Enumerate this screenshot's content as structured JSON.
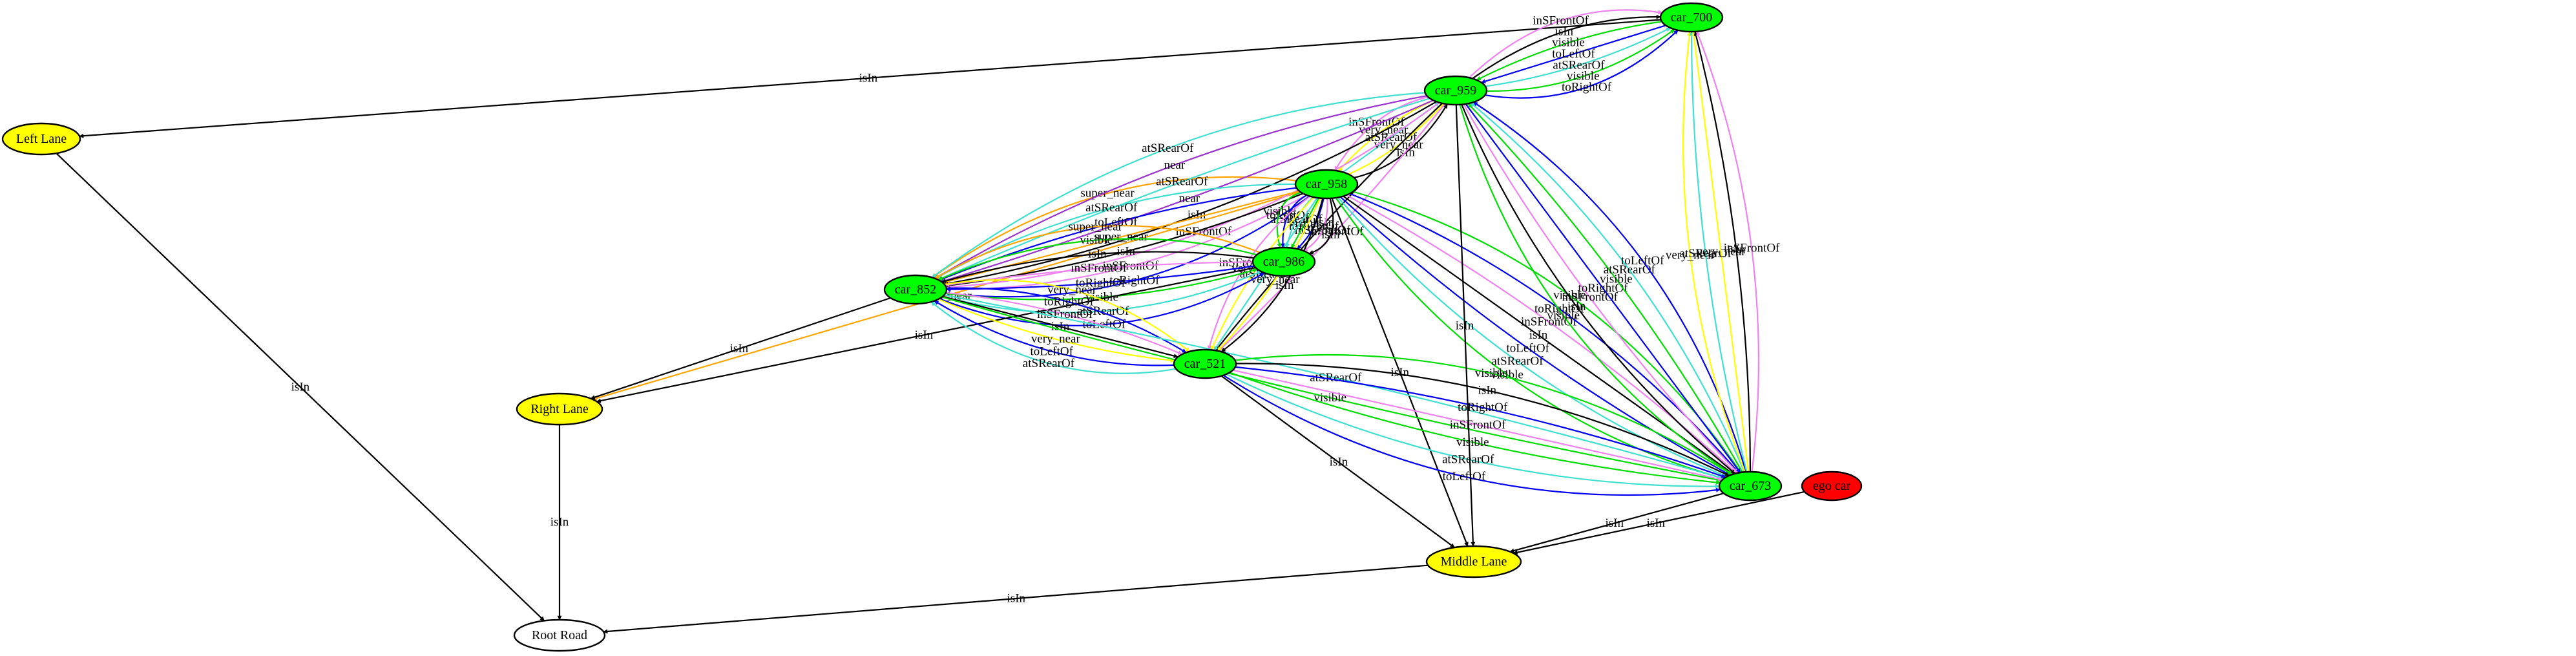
{
  "graph": {
    "relation_colors": {
      "isIn": "#000000",
      "visible": "#00dd00",
      "atSRearOf": "#40e0d0",
      "toLeftOf": "#0000ee",
      "toRightOf": "#0000ee",
      "inSFrontOf": "#ee82ee",
      "very_near": "#ffff00",
      "near": "#9a32cd",
      "super_near": "#ffa500"
    },
    "nodes": [
      {
        "id": "car_700",
        "label": "car_700",
        "fill": "#00ff00"
      },
      {
        "id": "car_959",
        "label": "car_959",
        "fill": "#00ff00"
      },
      {
        "id": "car_958",
        "label": "car_958",
        "fill": "#00ff00"
      },
      {
        "id": "car_986",
        "label": "car_986",
        "fill": "#00ff00"
      },
      {
        "id": "car_852",
        "label": "car_852",
        "fill": "#00ff00"
      },
      {
        "id": "car_521",
        "label": "car_521",
        "fill": "#00ff00"
      },
      {
        "id": "car_673",
        "label": "car_673",
        "fill": "#00ff00"
      },
      {
        "id": "ego_car",
        "label": "ego car",
        "fill": "#ff0000"
      },
      {
        "id": "left_lane",
        "label": "Left Lane",
        "fill": "#ffff00"
      },
      {
        "id": "right_lane",
        "label": "Right Lane",
        "fill": "#ffff00"
      },
      {
        "id": "middle_lane",
        "label": "Middle Lane",
        "fill": "#ffff00"
      },
      {
        "id": "root_road",
        "label": "Root Road",
        "fill": "#ffffff"
      }
    ],
    "edges": [
      {
        "source": "car_700",
        "target": "left_lane",
        "label": "isIn"
      },
      {
        "source": "car_959",
        "target": "car_700",
        "label": "toRightOf"
      },
      {
        "source": "car_959",
        "target": "car_700",
        "label": "visible"
      },
      {
        "source": "car_959",
        "target": "car_700",
        "label": "atSRearOf"
      },
      {
        "source": "car_700",
        "target": "car_959",
        "label": "toLeftOf"
      },
      {
        "source": "car_700",
        "target": "car_959",
        "label": "visible"
      },
      {
        "source": "car_959",
        "target": "car_700",
        "label": "isIn"
      },
      {
        "source": "car_959",
        "target": "car_700",
        "label": "inSFrontOf"
      },
      {
        "source": "car_959",
        "target": "car_958",
        "label": "inSFrontOf"
      },
      {
        "source": "car_959",
        "target": "car_958",
        "label": "very_near"
      },
      {
        "source": "car_958",
        "target": "car_959",
        "label": "atSRearOf"
      },
      {
        "source": "car_958",
        "target": "car_959",
        "label": "very_near"
      },
      {
        "source": "car_958",
        "target": "car_959",
        "label": "isIn"
      },
      {
        "source": "left_lane",
        "target": "root_road",
        "label": "isIn"
      },
      {
        "source": "car_958",
        "target": "car_852",
        "label": "super_near"
      },
      {
        "source": "car_959",
        "target": "car_852",
        "label": "atSRearOf"
      },
      {
        "source": "car_958",
        "target": "right_lane",
        "label": "super_near"
      },
      {
        "source": "car_959",
        "target": "car_852",
        "label": "near"
      },
      {
        "source": "car_959",
        "target": "car_852",
        "label": "atSRearOf"
      },
      {
        "source": "car_959",
        "target": "car_852",
        "label": "near"
      },
      {
        "source": "car_959",
        "target": "car_852",
        "label": "isIn"
      },
      {
        "source": "car_959",
        "target": "car_852",
        "label": "inSFrontOf"
      },
      {
        "source": "car_959",
        "target": "car_521",
        "label": "isIn"
      },
      {
        "source": "car_959",
        "target": "car_521",
        "label": "inSFrontOf"
      },
      {
        "source": "car_958",
        "target": "car_673",
        "label": "visible"
      },
      {
        "source": "car_958",
        "target": "car_673",
        "label": "atSRearOf"
      },
      {
        "source": "car_958",
        "target": "middle_lane",
        "label": "isIn"
      },
      {
        "source": "car_958",
        "target": "car_852",
        "label": "atSRearOf"
      },
      {
        "source": "car_958",
        "target": "car_852",
        "label": "toLeftOf"
      },
      {
        "source": "car_958",
        "target": "car_852",
        "label": "super_near"
      },
      {
        "source": "car_958",
        "target": "car_852",
        "label": "isIn"
      },
      {
        "source": "car_958",
        "target": "car_852",
        "label": "inSFrontOf"
      },
      {
        "source": "car_958",
        "target": "car_852",
        "label": "toRightOf"
      },
      {
        "source": "car_958",
        "target": "car_986",
        "label": "isIn"
      },
      {
        "source": "car_958",
        "target": "car_986",
        "label": "inSFrontOf"
      },
      {
        "source": "car_958",
        "target": "car_986",
        "label": "toRightOf"
      },
      {
        "source": "car_958",
        "target": "car_986",
        "label": "visible"
      },
      {
        "source": "car_958",
        "target": "car_986",
        "label": "atSRearOf"
      },
      {
        "source": "car_958",
        "target": "car_986",
        "label": "toLeftOf"
      },
      {
        "source": "car_958",
        "target": "car_986",
        "label": "visible"
      },
      {
        "source": "car_986",
        "target": "car_852",
        "label": "super_near"
      },
      {
        "source": "car_958",
        "target": "car_521",
        "label": "inSFrontOf"
      },
      {
        "source": "car_958",
        "target": "car_521",
        "label": "very_near"
      },
      {
        "source": "car_958",
        "target": "car_521",
        "label": "atSRearOf"
      },
      {
        "source": "car_958",
        "target": "car_521",
        "label": "very_near"
      },
      {
        "source": "car_958",
        "target": "car_521",
        "label": "isIn"
      },
      {
        "source": "car_958",
        "target": "car_673",
        "label": "toLeftOf"
      },
      {
        "source": "car_958",
        "target": "car_673",
        "label": "isIn"
      },
      {
        "source": "car_958",
        "target": "car_673",
        "label": "inSFrontOf"
      },
      {
        "source": "car_958",
        "target": "car_673",
        "label": "toRightOf"
      },
      {
        "source": "car_958",
        "target": "car_673",
        "label": "visible"
      },
      {
        "source": "car_986",
        "target": "car_852",
        "label": "visible"
      },
      {
        "source": "car_986",
        "target": "car_852",
        "label": "isIn"
      },
      {
        "source": "car_986",
        "target": "car_852",
        "label": "inSFrontOf"
      },
      {
        "source": "car_986",
        "target": "car_852",
        "label": "toRightOf"
      },
      {
        "source": "car_852",
        "target": "car_986",
        "label": "visible"
      },
      {
        "source": "car_852",
        "target": "car_986",
        "label": "atSRearOf"
      },
      {
        "source": "car_852",
        "target": "car_986",
        "label": "toLeftOf"
      },
      {
        "source": "car_986",
        "target": "right_lane",
        "label": "isIn"
      },
      {
        "source": "car_852",
        "target": "right_lane",
        "label": "isIn"
      },
      {
        "source": "car_521",
        "target": "car_852",
        "label": "atSRearOf"
      },
      {
        "source": "car_521",
        "target": "car_852",
        "label": "toLeftOf"
      },
      {
        "source": "car_852",
        "target": "car_521",
        "label": "very_near"
      },
      {
        "source": "car_852",
        "target": "car_521",
        "label": "isIn"
      },
      {
        "source": "car_852",
        "target": "car_521",
        "label": "inSFrontOf"
      },
      {
        "source": "car_852",
        "target": "car_521",
        "label": "toRightOf"
      },
      {
        "source": "car_852",
        "target": "car_521",
        "label": "very_near"
      },
      {
        "source": "car_852",
        "target": "car_673",
        "label": "visible"
      },
      {
        "source": "car_852",
        "target": "car_673",
        "label": "atSRearOf"
      },
      {
        "source": "car_521",
        "target": "car_673",
        "label": "visible"
      },
      {
        "source": "car_521",
        "target": "car_673",
        "label": "isIn"
      },
      {
        "source": "car_521",
        "target": "car_673",
        "label": "toRightOf"
      },
      {
        "source": "car_521",
        "target": "car_673",
        "label": "inSFrontOf"
      },
      {
        "source": "car_521",
        "target": "car_673",
        "label": "visible"
      },
      {
        "source": "car_521",
        "target": "car_673",
        "label": "atSRearOf"
      },
      {
        "source": "car_521",
        "target": "car_673",
        "label": "toLeftOf"
      },
      {
        "source": "car_521",
        "target": "middle_lane",
        "label": "isIn"
      },
      {
        "source": "right_lane",
        "target": "root_road",
        "label": "isIn"
      },
      {
        "source": "middle_lane",
        "target": "root_road",
        "label": "isIn"
      },
      {
        "source": "car_673",
        "target": "middle_lane",
        "label": "isIn"
      },
      {
        "source": "ego_car",
        "target": "middle_lane",
        "label": "isIn"
      },
      {
        "source": "car_959",
        "target": "car_673",
        "label": "visible"
      },
      {
        "source": "car_959",
        "target": "car_673",
        "label": "isIn"
      },
      {
        "source": "car_959",
        "target": "car_673",
        "label": "inSFrontOf"
      },
      {
        "source": "car_959",
        "target": "car_673",
        "label": "toRightOf"
      },
      {
        "source": "car_673",
        "target": "car_959",
        "label": "visible"
      },
      {
        "source": "car_673",
        "target": "car_959",
        "label": "atSRearOf"
      },
      {
        "source": "car_673",
        "target": "car_959",
        "label": "toLeftOf"
      },
      {
        "source": "car_673",
        "target": "car_700",
        "label": "very_near"
      },
      {
        "source": "car_673",
        "target": "car_700",
        "label": "atSRearOf"
      },
      {
        "source": "car_673",
        "target": "car_700",
        "label": "very_near"
      },
      {
        "source": "car_673",
        "target": "car_700",
        "label": "isIn"
      },
      {
        "source": "car_673",
        "target": "car_700",
        "label": "inSFrontOf"
      },
      {
        "source": "car_959",
        "target": "middle_lane",
        "label": "isIn"
      }
    ]
  }
}
